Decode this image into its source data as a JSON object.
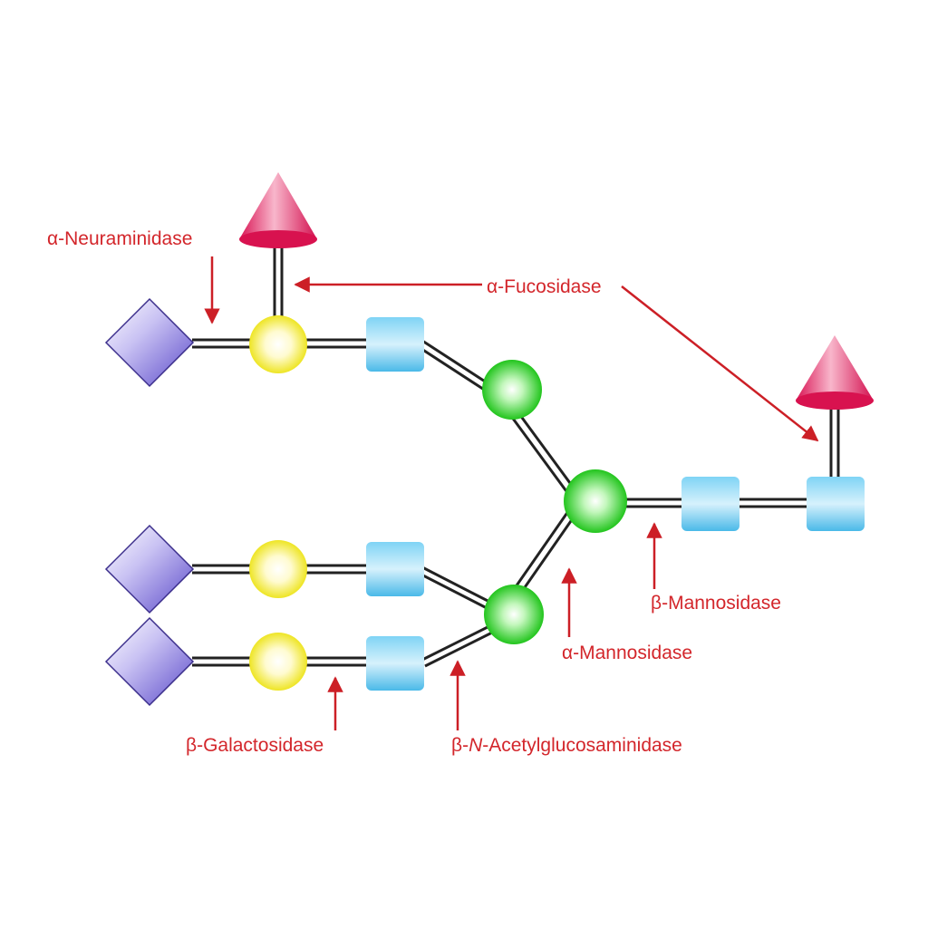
{
  "labels": {
    "neuraminidase": "α-Neuraminidase",
    "fucosidase": "α-Fucosidase",
    "beta_mannosidase": "β-Mannosidase",
    "alpha_mannosidase": "α-Mannosidase",
    "galactosidase": "β-Galactosidase",
    "acetyl_prefix": "β-",
    "acetyl_italic": "N",
    "acetyl_suffix": "-Acetylglucosaminidase"
  },
  "colors": {
    "label": "#d3262b",
    "arrow": "#cc1f26",
    "bond": "#222222",
    "sialic_acid": "#6f5fd6",
    "galactose": "#f2ee3a",
    "glcnac": "#37b3e8",
    "mannose": "#2fd12a",
    "fucose": "#e0175a"
  }
}
